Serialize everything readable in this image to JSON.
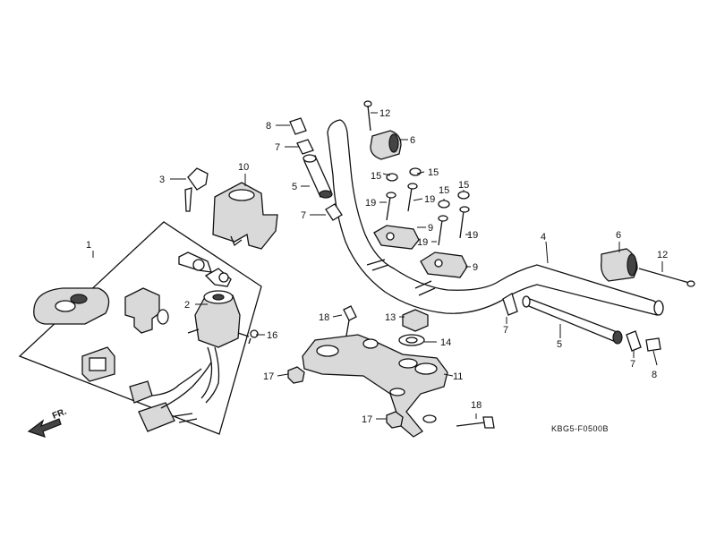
{
  "diagram": {
    "callouts": {
      "c1": "1",
      "c2": "2",
      "c3": "3",
      "c4": "4",
      "c5a": "5",
      "c5b": "5",
      "c6a": "6",
      "c6b": "6",
      "c7a": "7",
      "c7b": "7",
      "c7c": "7",
      "c7d": "7",
      "c8a": "8",
      "c8b": "8",
      "c9a": "9",
      "c9b": "9",
      "c10": "10",
      "c11": "11",
      "c12a": "12",
      "c12b": "12",
      "c13": "13",
      "c14": "14",
      "c15a": "15",
      "c15b": "15",
      "c15c": "15",
      "c15d": "15",
      "c16": "16",
      "c17a": "17",
      "c17b": "17",
      "c18a": "18",
      "c18b": "18",
      "c19a": "19",
      "c19b": "19",
      "c19c": "19",
      "c19d": "19"
    },
    "direction_label": "FR.",
    "drawing_code": "KBG5-F0500B"
  }
}
